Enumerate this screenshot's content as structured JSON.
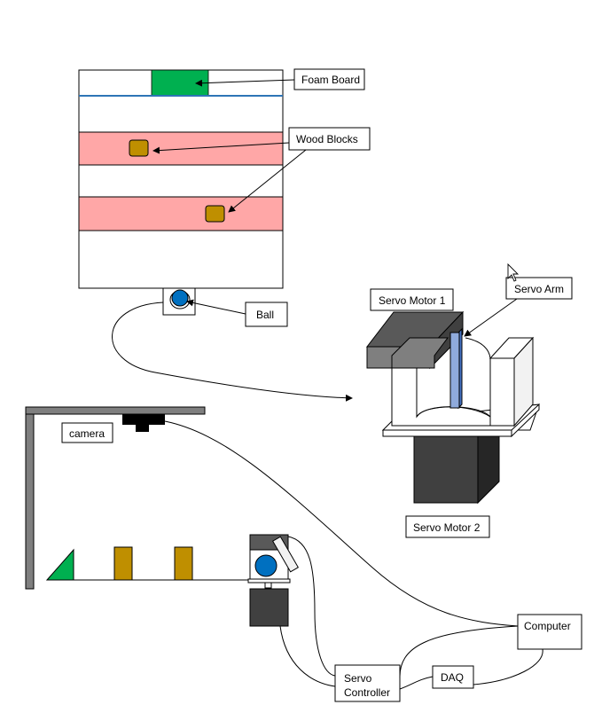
{
  "labels": {
    "foam_board": "Foam Board",
    "wood_blocks": "Wood Blocks",
    "ball": "Ball",
    "servo_motor_1": "Servo Motor 1",
    "servo_arm": "Servo Arm",
    "servo_motor_2": "Servo Motor 2",
    "camera": "camera",
    "computer": "Computer",
    "servo_controller_line1": "Servo",
    "servo_controller_line2": "Controller",
    "daq": "DAQ"
  },
  "colors": {
    "foam_board": "#00b050",
    "wood_block": "#bf8f00",
    "pink_band": "#ffa7a7",
    "ball": "#0070c0",
    "blue_line": "#2e75b6",
    "servo_arm": "#8faadc",
    "motor_dark": "#404040",
    "motor_top": "#595959",
    "frame_gray": "#7f7f7f",
    "ramp_green": "#00b050"
  },
  "icons": {
    "cursor": "mouse-pointer-icon"
  }
}
